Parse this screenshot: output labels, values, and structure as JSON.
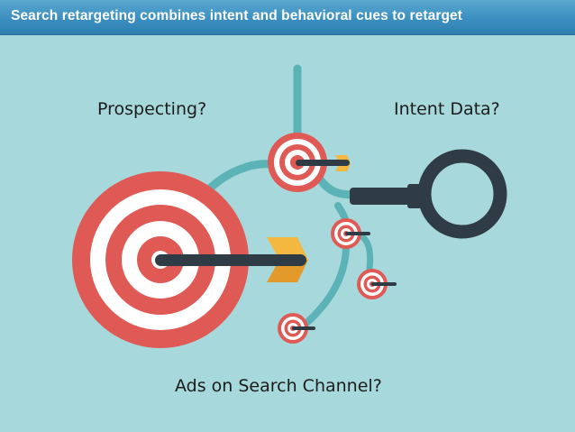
{
  "header": {
    "title": "Search retargeting combines intent and behavioral cues to retarget"
  },
  "labels": {
    "prospecting": "Prospecting?",
    "intent_data": "Intent Data?",
    "ads_search": "Ads on Search Channel?"
  },
  "colors": {
    "background": "#a7d8db",
    "header": "#3b8fc0",
    "target_red": "#e05a55",
    "target_white": "#ffffff",
    "connector": "#5eb4b8",
    "dart": "#2f3b45",
    "fletching": "#f4b740",
    "magnifier": "#2f3b45"
  },
  "icons": [
    "large-target-icon",
    "small-target-icon",
    "magnifying-glass-icon",
    "dart-icon"
  ]
}
